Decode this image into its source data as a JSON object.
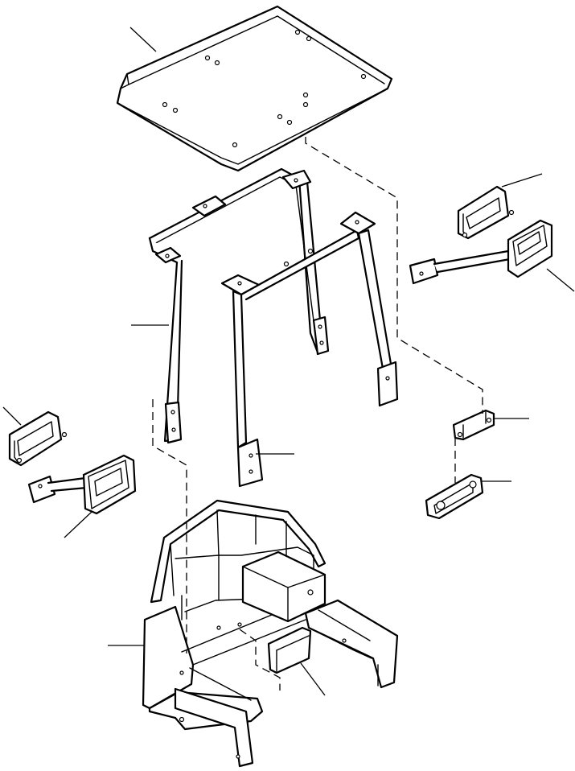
{
  "colors": {
    "ink": "#000000",
    "background": "#ffffff"
  },
  "parts": [
    {
      "id": "canopy-roof-panel"
    },
    {
      "id": "rear-frame"
    },
    {
      "id": "front-frame"
    },
    {
      "id": "right-work-lamp"
    },
    {
      "id": "right-lamp-bracket"
    },
    {
      "id": "right-mount-bracket"
    },
    {
      "id": "right-reflector"
    },
    {
      "id": "left-work-lamp"
    },
    {
      "id": "left-lamp-bracket"
    },
    {
      "id": "operator-station"
    },
    {
      "id": "small-bracket"
    },
    {
      "id": "fuel-tank"
    }
  ]
}
